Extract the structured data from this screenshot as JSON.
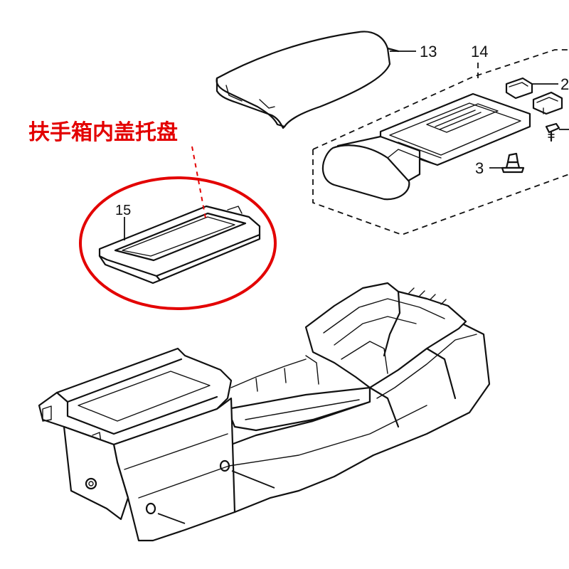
{
  "annotation": {
    "label": "扶手箱内盖托盘",
    "color": "#e30000"
  },
  "callouts": {
    "part_13": "13",
    "part_14": "14",
    "part_2": "2",
    "part_3": "3",
    "part_15": "15"
  },
  "parts": [
    {
      "number": "13",
      "icon": "armrest-lid"
    },
    {
      "number": "14",
      "icon": "armrest-hinge-base"
    },
    {
      "number": "2",
      "icon": "clip-bracket"
    },
    {
      "number": "3",
      "icon": "push-clip"
    },
    {
      "number": "15",
      "icon": "inner-lid-tray"
    }
  ],
  "colors": {
    "line": "#111111",
    "background": "#ffffff",
    "highlight": "#e30000"
  }
}
